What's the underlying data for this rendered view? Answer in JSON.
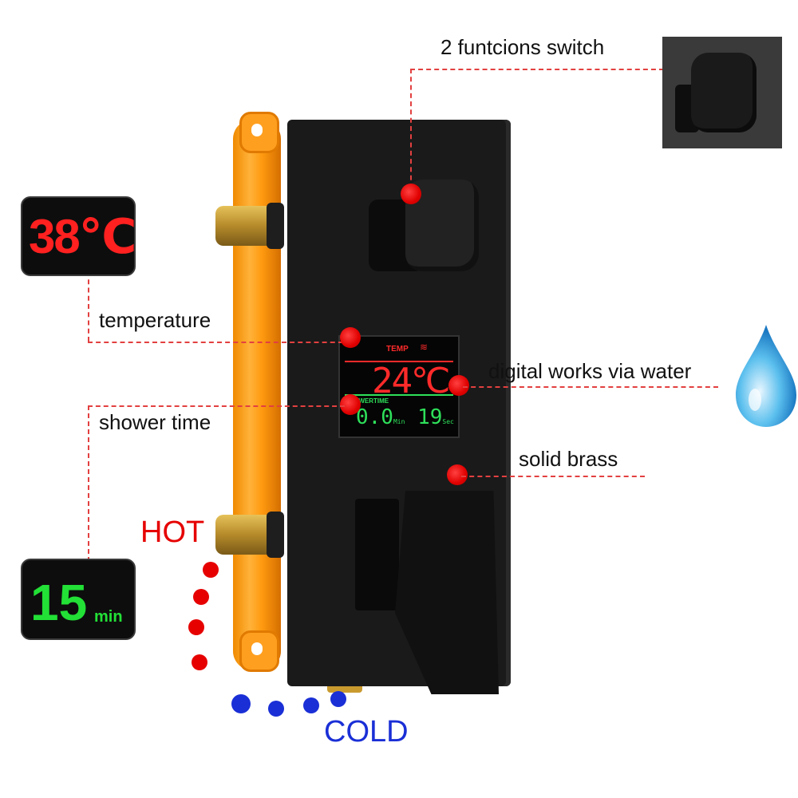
{
  "callouts": {
    "switch_label": "2 funtcions switch",
    "temperature_label": "temperature",
    "digital_label": "digital works via water",
    "shower_time_label": "shower time",
    "brass_label": "solid brass"
  },
  "badges": {
    "temperature": "38℃",
    "time_value": "15",
    "time_unit": "min"
  },
  "lcd": {
    "temp_label": "TEMP",
    "temp_value": "24℃",
    "shower_label": "SHOWERTIME",
    "time_text": "0.0",
    "time_min_unit": "Min",
    "time_sec_value": "19",
    "time_sec_unit": "Sec"
  },
  "arc": {
    "hot_label": "HOT",
    "cold_label": "COLD"
  },
  "colors": {
    "callout_red": "#e34040",
    "hot_red": "#e60000",
    "cold_blue": "#1a2fd6",
    "housing_orange": "#ff9a10",
    "lcd_green": "#2ee05a"
  }
}
